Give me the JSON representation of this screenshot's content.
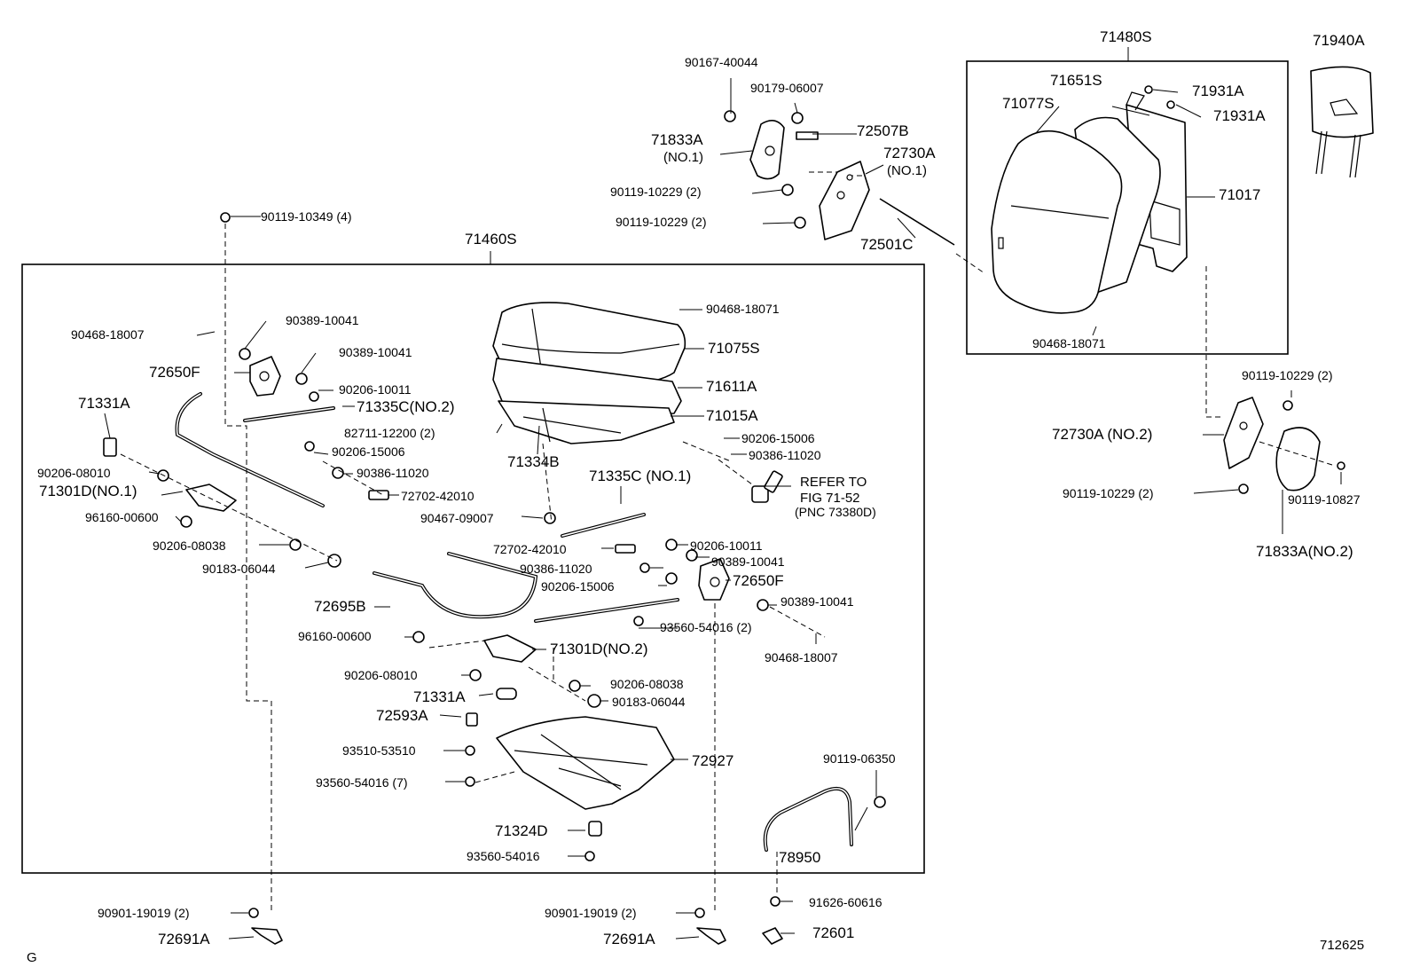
{
  "labels": {
    "p71460S": "71460S",
    "p71480S": "71480S",
    "p71940A": "71940A",
    "p90167_40044": "90167-40044",
    "p90179_06007": "90179-06007",
    "p72507B": "72507B",
    "p71833A_1": "71833A",
    "no1_a": "(NO.1)",
    "p72730A_1": "72730A",
    "no1_b": "(NO.1)",
    "p90119_10229_a": "90119-10229 (2)",
    "p90119_10229_b": "90119-10229 (2)",
    "p72501C": "72501C",
    "p71651S": "71651S",
    "p71077S": "71077S",
    "p71931A_a": "71931A",
    "p71931A_b": "71931A",
    "p71017": "71017",
    "p90468_18071_b": "90468-18071",
    "p90119_10349": "90119-10349 (4)",
    "p90468_18071_a": "90468-18071",
    "p71075S": "71075S",
    "p71611A": "71611A",
    "p71015A": "71015A",
    "p90468_18007_a": "90468-18007",
    "p90389_10041_a": "90389-10041",
    "p90389_10041_b": "90389-10041",
    "p72650F_a": "72650F",
    "p90206_10011_a": "90206-10011",
    "p71331A_a": "71331A",
    "p71335C_2": "71335C(NO.2)",
    "p82711_12200": "82711-12200 (2)",
    "p90206_15006_a": "90206-15006",
    "p71334B": "71334B",
    "p90206_15006_b": "90206-15006",
    "p90386_11020_b": "90386-11020",
    "p90206_08010_a": "90206-08010",
    "p90386_11020_a": "90386-11020",
    "p71335C_1": "71335C (NO.1)",
    "p71301D_1": "71301D(NO.1)",
    "p72702_42010_a": "72702-42010",
    "refer1": "REFER TO",
    "refer2": "FIG 71-52",
    "refer3": "(PNC 73380D)",
    "p96160_00600_a": "96160-00600",
    "p90467_09007": "90467-09007",
    "p90206_08038_a": "90206-08038",
    "p72702_42010_b": "72702-42010",
    "p90206_10011_b": "90206-10011",
    "p90183_06044_a": "90183-06044",
    "p90389_10041_c": "90389-10041",
    "p90386_11020_c": "90386-11020",
    "p90206_15006_c": "90206-15006",
    "p72650F_b": "72650F",
    "p90389_10041_d": "90389-10041",
    "p72695B": "72695B",
    "p93560_54016_a": "93560-54016 (2)",
    "p96160_00600_b": "96160-00600",
    "p90468_18007_b": "90468-18007",
    "p71301D_2": "71301D(NO.2)",
    "p90206_08010_b": "90206-08010",
    "p90206_08038_b": "90206-08038",
    "p71331A_b": "71331A",
    "p90183_06044_b": "90183-06044",
    "p72593A": "72593A",
    "p93510_53510": "93510-53510",
    "p72927": "72927",
    "p93560_54016_7": "93560-54016 (7)",
    "p71324D": "71324D",
    "p93560_54016_b": "93560-54016",
    "p90119_06350": "90119-06350",
    "p78950": "78950",
    "p90901_19019_a": "90901-19019 (2)",
    "p72691A_a": "72691A",
    "p90901_19019_b": "90901-19019 (2)",
    "p72691A_b": "72691A",
    "p91626_60616": "91626-60616",
    "p72601": "72601",
    "p90119_10229_c": "90119-10229 (2)",
    "p72730A_2": "72730A (NO.2)",
    "p90119_10229_d": "90119-10229 (2)",
    "p90119_10827": "90119-10827",
    "p71833A_2": "71833A(NO.2)",
    "corner_g": "G",
    "figure_id": "712625"
  }
}
